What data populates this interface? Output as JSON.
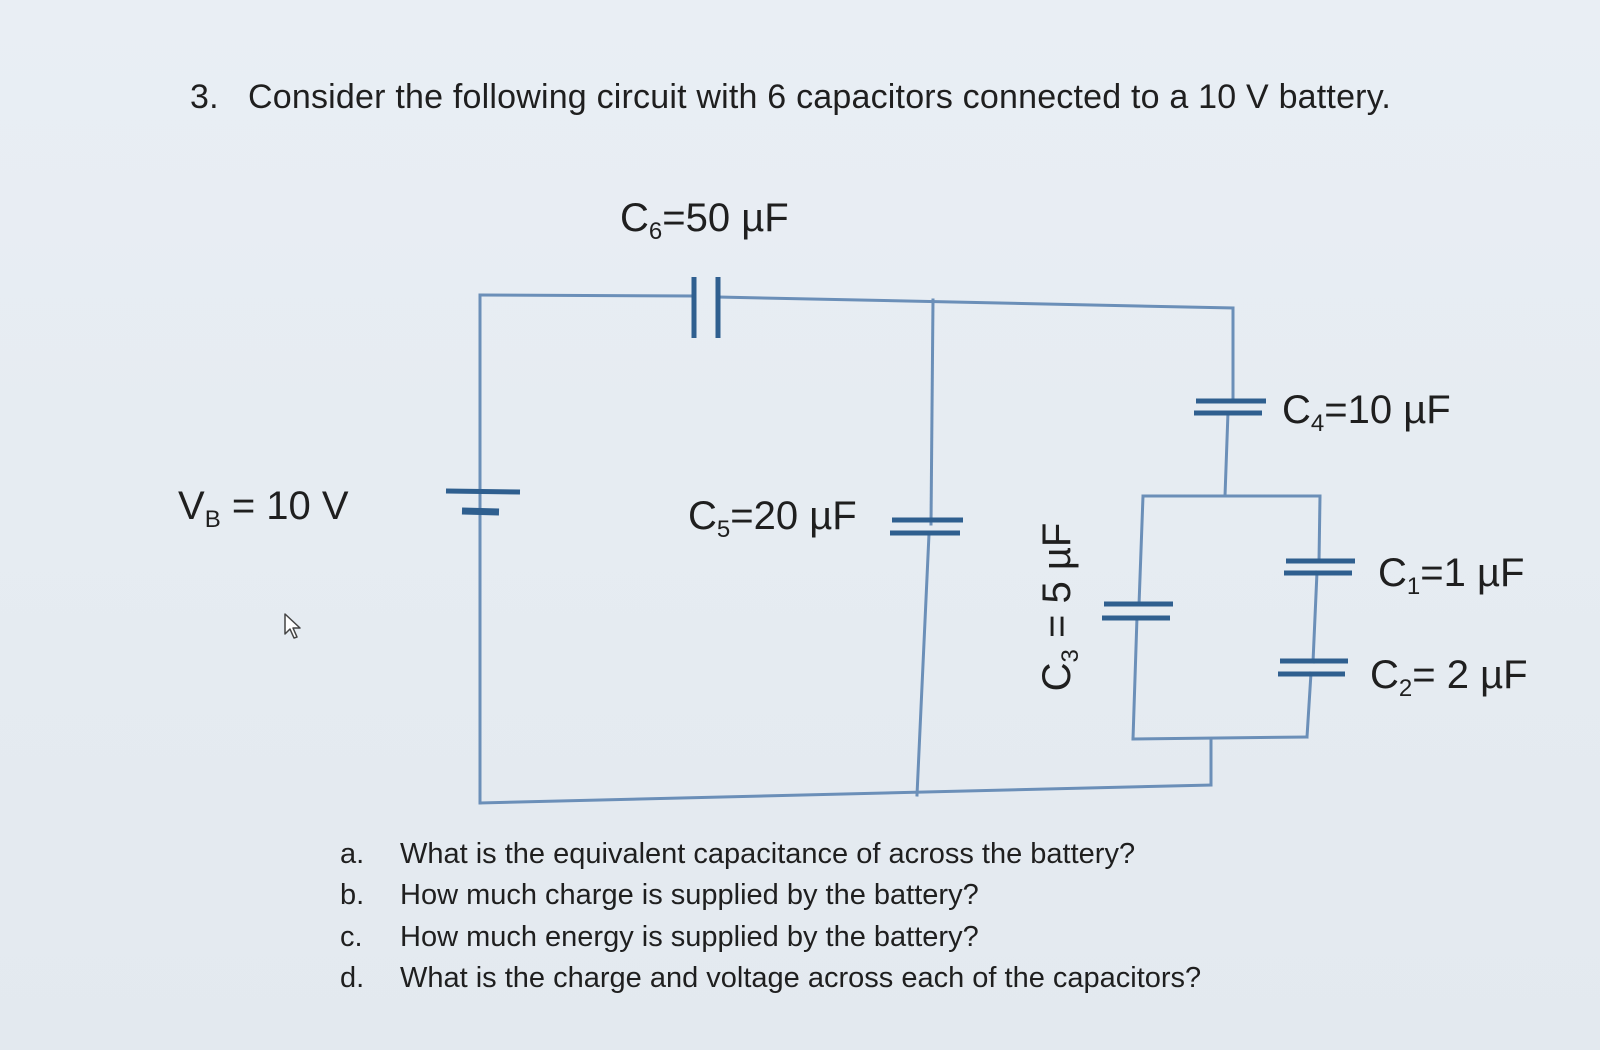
{
  "problem": {
    "number": "3.",
    "text": "Consider the following circuit with 6 capacitors connected to a 10 V battery."
  },
  "labels": {
    "battery": {
      "main": "V",
      "sub": "B",
      "value": " = 10 V"
    },
    "c6": {
      "main": "C",
      "sub": "6",
      "value": "=50 µF"
    },
    "c5": {
      "main": "C",
      "sub": "5",
      "value": "=20 µF"
    },
    "c4": {
      "main": "C",
      "sub": "4",
      "value": "=10 µF"
    },
    "c3": {
      "main": "C",
      "sub": "3",
      "value": " = 5 µF"
    },
    "c1": {
      "main": "C",
      "sub": "1",
      "value": "=1 µF"
    },
    "c2": {
      "main": "C",
      "sub": "2",
      "value": "= 2 µF"
    }
  },
  "questions": [
    {
      "letter": "a.",
      "text": "What is the equivalent capacitance of across the battery?"
    },
    {
      "letter": "b.",
      "text": "How much charge is supplied by the battery?"
    },
    {
      "letter": "c.",
      "text": "How much energy is supplied by the battery?"
    },
    {
      "letter": "d.",
      "text": "What is the charge and voltage across each of the capacitors?"
    }
  ],
  "icons": {
    "cursor": "mouse-pointer-icon"
  },
  "colors": {
    "wire": "#6b8fb8",
    "plate": "#2f5f8f",
    "text": "#1f1f1f"
  }
}
